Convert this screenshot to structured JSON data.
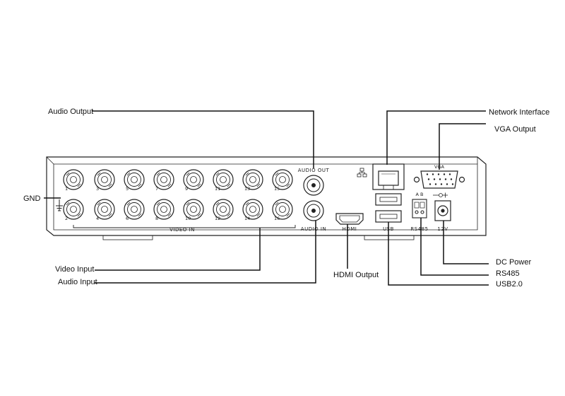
{
  "callouts": {
    "audio_output": "Audio Output",
    "network_interface": "Network Interface",
    "vga_output": "VGA Output",
    "gnd": "GND",
    "video_input": "Video Input",
    "audio_input": "Audio Input",
    "hdmi_output": "HDMI Output",
    "dc_power": "DC Power",
    "rs485": "RS485",
    "usb": "USB2.0"
  },
  "panel": {
    "video_in": "VIDEO IN",
    "audio_out": "AUDIO OUT",
    "audio_in": "AUDIO IN",
    "hdmi": "HDMI",
    "usb": "USB",
    "rs485": "RS485",
    "power": "12V",
    "vga": "VGA",
    "rs485_ab": "A  B"
  },
  "bnc_top_numbers": [
    "1",
    "3",
    "5",
    "7",
    "9",
    "11",
    "13",
    "15"
  ],
  "bnc_bottom_numbers": [
    "2",
    "4",
    "6",
    "8",
    "10",
    "12",
    "14",
    "16"
  ]
}
